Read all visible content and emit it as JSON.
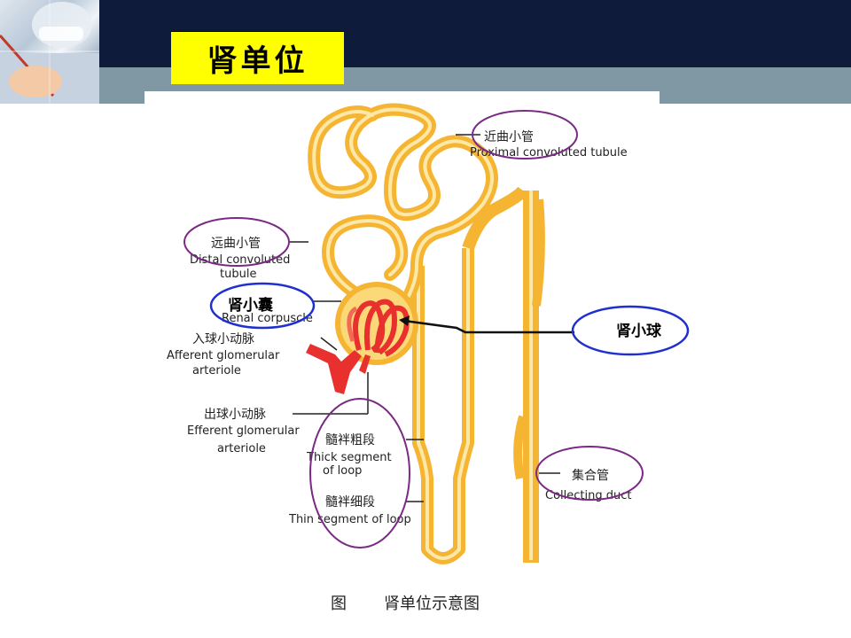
{
  "slide": {
    "title": "肾单位",
    "caption_prefix": "图",
    "caption": "肾单位示意图"
  },
  "labels": {
    "proximal_cn": "近曲小管",
    "proximal_en": "Proximal convoluted tubule",
    "distal_cn": "远曲小管",
    "distal_en_1": "Distal convoluted",
    "distal_en_2": "tubule",
    "capsule_cn": "肾小囊",
    "capsule_en": "Renal corpuscle",
    "glomerulus_cn": "肾小球",
    "afferent_cn": "入球小动脉",
    "afferent_en_1": "Afferent glomerular",
    "afferent_en_2": "arteriole",
    "efferent_cn": "出球小动脉",
    "efferent_en_1": "Efferent glomerular",
    "efferent_en_2": "arteriole",
    "thick_cn": "髓袢粗段",
    "thick_en_1": "Thick segment",
    "thick_en_2": "of loop",
    "thin_cn": "髓袢细段",
    "thin_en": "Thin segment of loop",
    "collecting_cn": "集合管",
    "collecting_en": "Collecting duct"
  },
  "colors": {
    "header_dark": "#0f1b3a",
    "header_gray": "#7f98a4",
    "title_bg": "#ffff00",
    "tubule": "#f5b533",
    "tubule_light": "#fde8a8",
    "vessel": "#e8312e",
    "purple_ellipse": "#7a2a84",
    "blue_ellipse": "#1f2fd0"
  }
}
